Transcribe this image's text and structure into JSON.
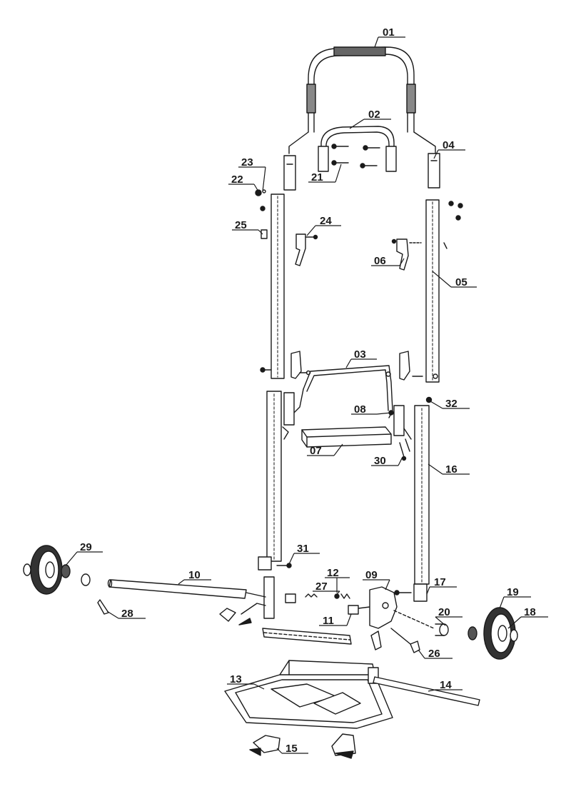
{
  "labels": {
    "l01": "01",
    "l02": "02",
    "l03": "03",
    "l04": "04",
    "l05": "05",
    "l06": "06",
    "l07": "07",
    "l08": "08",
    "l09": "09",
    "l10": "10",
    "l11": "11",
    "l12": "12",
    "l13": "13",
    "l14": "14",
    "l15": "15",
    "l16": "16",
    "l17": "17",
    "l18": "18",
    "l19": "19",
    "l20": "20",
    "l21": "21",
    "l22": "22",
    "l23": "23",
    "l24": "24",
    "l25": "25",
    "l26": "26",
    "l27": "27",
    "l28": "28",
    "l29": "29",
    "l30": "30",
    "l31": "31",
    "l32": "32"
  },
  "colors": {
    "ink": "#1a1a1a",
    "fill": "#ffffff",
    "shade": "#555555"
  }
}
